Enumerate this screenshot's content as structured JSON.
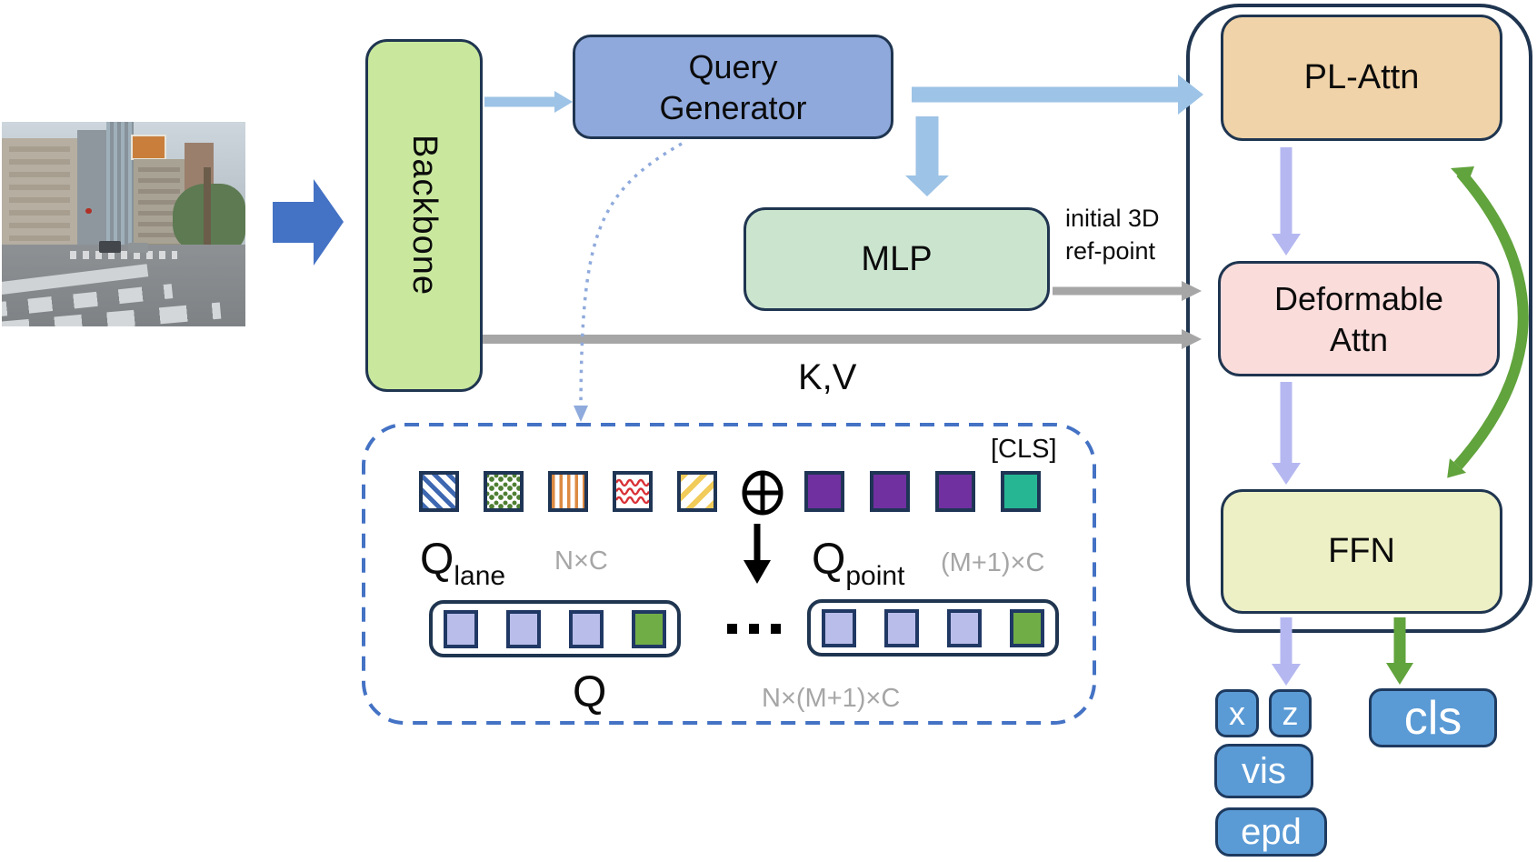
{
  "diagram": {
    "blocks": {
      "backbone": "Backbone",
      "query_generator_line1": "Query",
      "query_generator_line2": "Generator",
      "mlp": "MLP",
      "pl_attn": "PL-Attn",
      "deformable_line1": "Deformable",
      "deformable_line2": "Attn",
      "ffn": "FFN"
    },
    "labels": {
      "kv": "K,V",
      "ref_point_line1": "initial 3D",
      "ref_point_line2": "ref-point",
      "cls_token": "[CLS]",
      "q_lane_base": "Q",
      "q_lane_sub": "lane",
      "q_lane_dim": "N×C",
      "q_point_base": "Q",
      "q_point_sub": "point",
      "q_point_dim": "(M+1)×C",
      "q_base": "Q",
      "q_dim": "N×(M+1)×C"
    },
    "outputs": {
      "x": "x",
      "z": "z",
      "vis": "vis",
      "epd": "epd",
      "cls": "cls"
    },
    "icons": {
      "oplus": "circled-plus",
      "input_photo": "street-scene-photo"
    },
    "query_tokens": {
      "lane_tokens": [
        "diagonal-blue",
        "dots-green",
        "stripes-orange",
        "waves-red",
        "diagonal-yellow"
      ],
      "point_tokens": [
        "purple",
        "purple",
        "purple",
        "teal"
      ],
      "lane_row_cells": [
        "lavender",
        "lavender",
        "lavender",
        "green"
      ],
      "point_row_cells": [
        "lavender",
        "lavender",
        "lavender",
        "green"
      ]
    },
    "colors": {
      "accent_blue": "#4472C4",
      "light_blue_arrow": "#9DC3E6",
      "gray_arrow": "#A6A6A6",
      "lavender_arrow": "#B5B8F0",
      "green_arrow": "#61A33C",
      "navy_border": "#1F3550",
      "backbone_fill": "#C9E89E",
      "query_generator_fill": "#8FA9DC",
      "mlp_fill": "#CBE4CE",
      "pl_attn_fill": "#F0D3A8",
      "deformable_fill": "#FADCDB",
      "ffn_fill": "#EDEFC5",
      "output_fill": "#5B9BD5",
      "purple_token": "#7030A0",
      "teal_token": "#26B694",
      "lavender_cell": "#B9BDE9",
      "green_cell": "#71AD47"
    }
  }
}
